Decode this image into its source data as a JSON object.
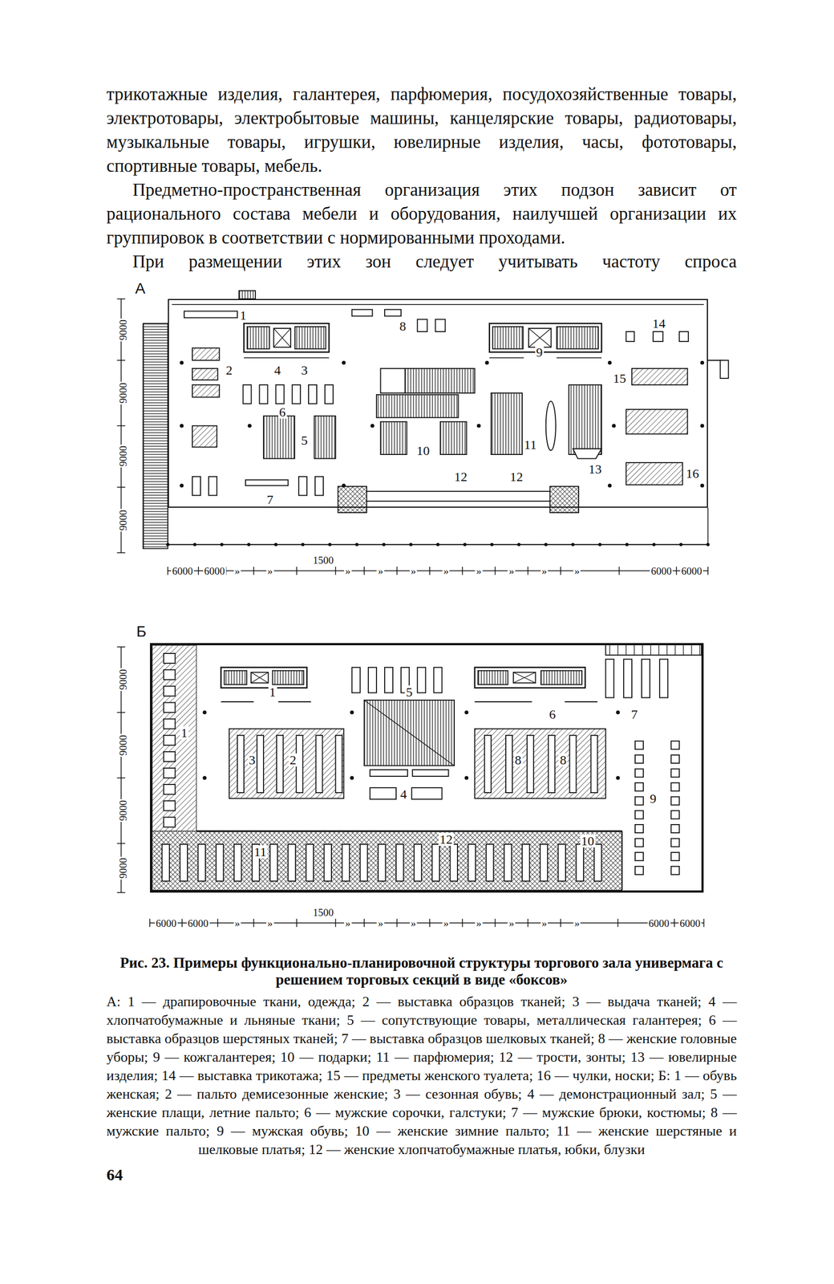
{
  "diagram": {
    "caption": "Рис. 23. Примеры функционально-планировочной структуры торгового зала универмага с решением торговых секций в виде «боксов»",
    "nodes": [
      {
        "text": [
          "А"
        ]
      },
      {
        "text": [
          "Б"
        ]
      }
    ],
    "labels": [
      "трикотажные изделия, галантерея, парфюмерия, посудохозяйственные товары, электротовары, электробытовые машины, канцелярские товары, радиотовары, музыкальные товары, игрушки, ювелирные изделия, часы, фототовары, спортивные товары, мебель.",
      "Предметно-пространственная организация этих подзон зависит от рационального состава мебели и оборудования, наилучшей организации их группировок в соответствии с нормированными проходами.",
      "При размещении этих зон следует учитывать частоту спроса",
      "1",
      "8",
      "14",
      "9",
      "2",
      "4",
      "3",
      "15",
      "6",
      "5",
      "10",
      "11",
      "12",
      "12",
      "13",
      "16",
      "7",
      "9000",
      "9000",
      "9000",
      "9000",
      "6000",
      "6000",
      "»",
      "»",
      "1500",
      "»",
      "»",
      "»",
      "»",
      "»",
      "»",
      "»",
      "»",
      "6000",
      "6000",
      "1",
      "5",
      "6",
      "7",
      "1",
      "3",
      "2",
      "8",
      "8",
      "4",
      "9",
      "11",
      "12",
      "10",
      "9000",
      "9000",
      "9000",
      "9000",
      "6000",
      "6000",
      "»",
      "»",
      "1500",
      "»",
      "»",
      "»",
      "»",
      "»",
      "»",
      "»",
      "»",
      "6000",
      "6000",
      "А: 1 — драпировочные ткани, одежда; 2 — выставка образцов тканей; 3 — выдача тканей; 4 — хлопчатобумажные и льняные ткани; 5 — сопутствующие товары, металлическая галантерея; 6 — выставка образцов шерстяных тканей; 7 — выставка образцов шелковых тканей; 8 — женские головные уборы; 9 — кожгалантерея; 10 — подарки; 11 — парфюмерия; 12 — трости, зонты; 13 — ювелирные изделия; 14 — выставка трикотажа; 15 — предметы женского туалета; 16 — чулки, носки; Б: 1 — обувь женская; 2 — пальто демисезонные женские; 3 — сезонная обувь; 4 — демонстрационный зал; 5 — женские плащи, летние пальто; 6 — мужские сорочки, галстуки; 7 — мужские брюки, костюмы; 8 — мужские пальто; 9 — мужская обувь; 10 — женские зимние пальто; 11 — женские шерстяные и шелковые платья; 12 — женские хлопчатобумажные платья, юбки, блузки",
      "64"
    ]
  }
}
